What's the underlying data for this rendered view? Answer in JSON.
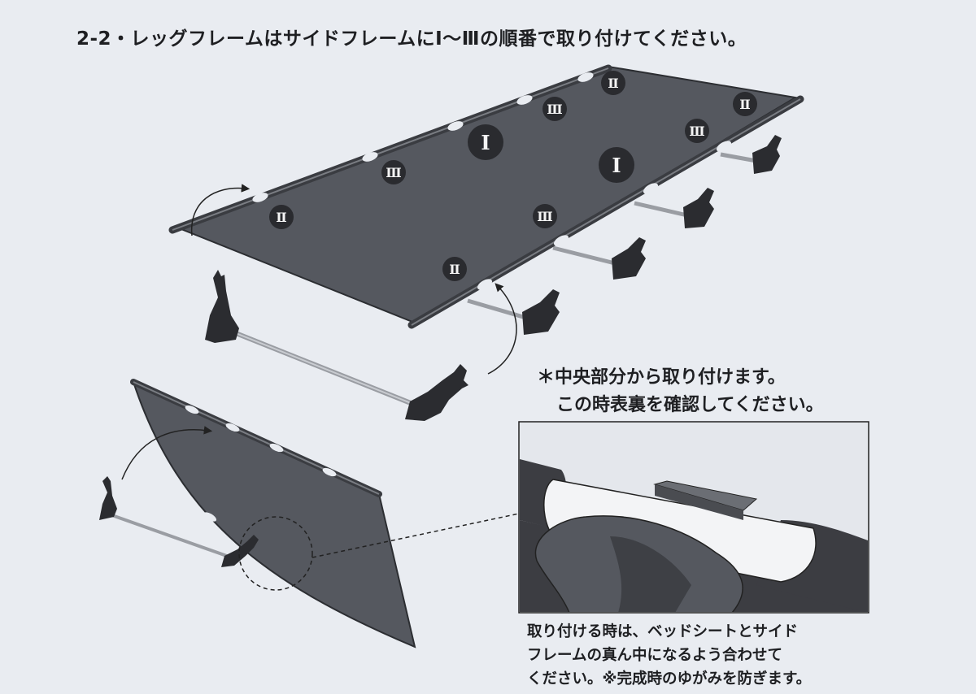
{
  "heading": "2-2・レッグフレームはサイドフレームにⅠ～Ⅲの順番で取り付けてください。",
  "note": {
    "line1": "＊中央部分から取り付けます。",
    "line2": "この時表裏を確認してください。"
  },
  "caption": {
    "line1": "取り付ける時は、ベッドシートとサイド",
    "line2": "フレームの真ん中になるよう合わせて",
    "line3": "ください。※完成時のゆがみを防ぎます。"
  },
  "markers": [
    {
      "id": "m1",
      "label": "Ⅱ"
    },
    {
      "id": "m2",
      "label": "Ⅲ"
    },
    {
      "id": "m3",
      "label": "Ⅰ"
    },
    {
      "id": "m4",
      "label": "Ⅲ"
    },
    {
      "id": "m5",
      "label": "Ⅱ"
    },
    {
      "id": "m6",
      "label": "Ⅲ"
    },
    {
      "id": "m7",
      "label": "Ⅱ"
    },
    {
      "id": "m8",
      "label": "Ⅰ"
    },
    {
      "id": "m9",
      "label": "Ⅲ"
    },
    {
      "id": "m10",
      "label": "Ⅱ"
    }
  ],
  "colors": {
    "background": "#e9ecf1",
    "sheet": "#55585f",
    "frame": "#3a3c41",
    "text": "#1e1f22"
  }
}
